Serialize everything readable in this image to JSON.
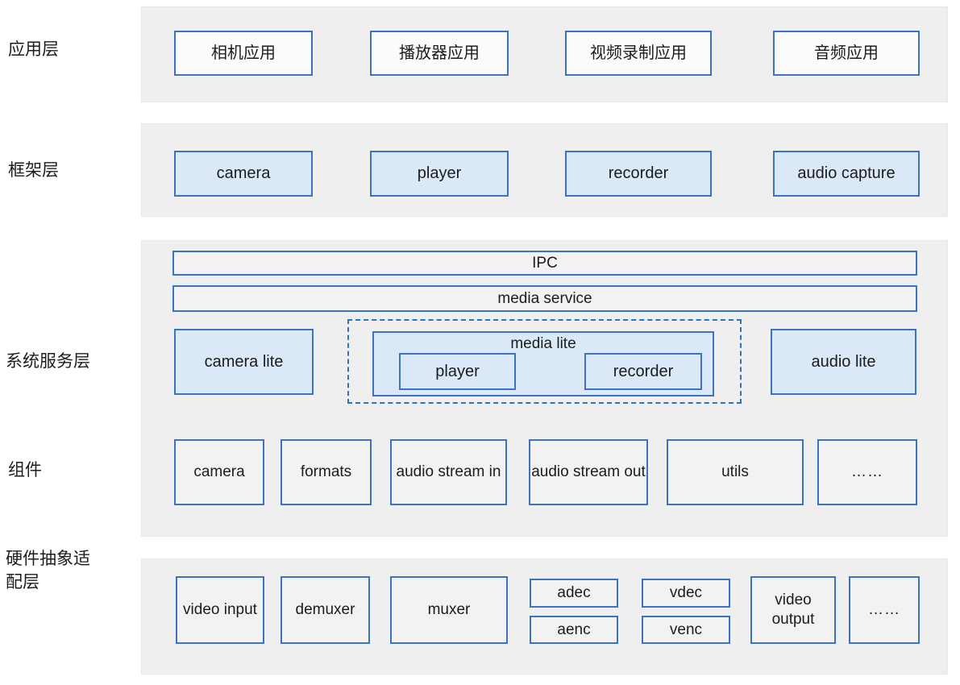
{
  "layers": {
    "app": {
      "label": "应用层",
      "boxes": [
        "相机应用",
        "播放器应用",
        "视频录制应用",
        "音频应用"
      ]
    },
    "framework": {
      "label": "框架层",
      "boxes": [
        "camera",
        "player",
        "recorder",
        "audio capture"
      ]
    },
    "service": {
      "label": "系统服务层",
      "ipc": "IPC",
      "media_service": "media service",
      "camera_lite": "camera lite",
      "media_lite": {
        "label": "media lite",
        "player": "player",
        "recorder": "recorder"
      },
      "audio_lite": "audio lite"
    },
    "component": {
      "label": "组件",
      "boxes": [
        "camera",
        "formats",
        "audio stream in",
        "audio stream out",
        "utils",
        "……"
      ]
    },
    "hal": {
      "label": "硬件抽象适配层",
      "video_input": "video input",
      "demuxer": "demuxer",
      "muxer": "muxer",
      "adec": "adec",
      "aenc": "aenc",
      "vdec": "vdec",
      "venc": "venc",
      "video_output": "video output",
      "ellipsis": "……"
    }
  },
  "colors": {
    "band_bg": "#efefef",
    "band_border": "#e3e9f3",
    "box_border": "#3b73c2",
    "dashed_border": "#2e75b6",
    "fill_blue": "#dbe8f7",
    "fill_light": "#fbfbfb",
    "fill_gray": "#f2f2f2",
    "text": "#1c1c1c"
  }
}
